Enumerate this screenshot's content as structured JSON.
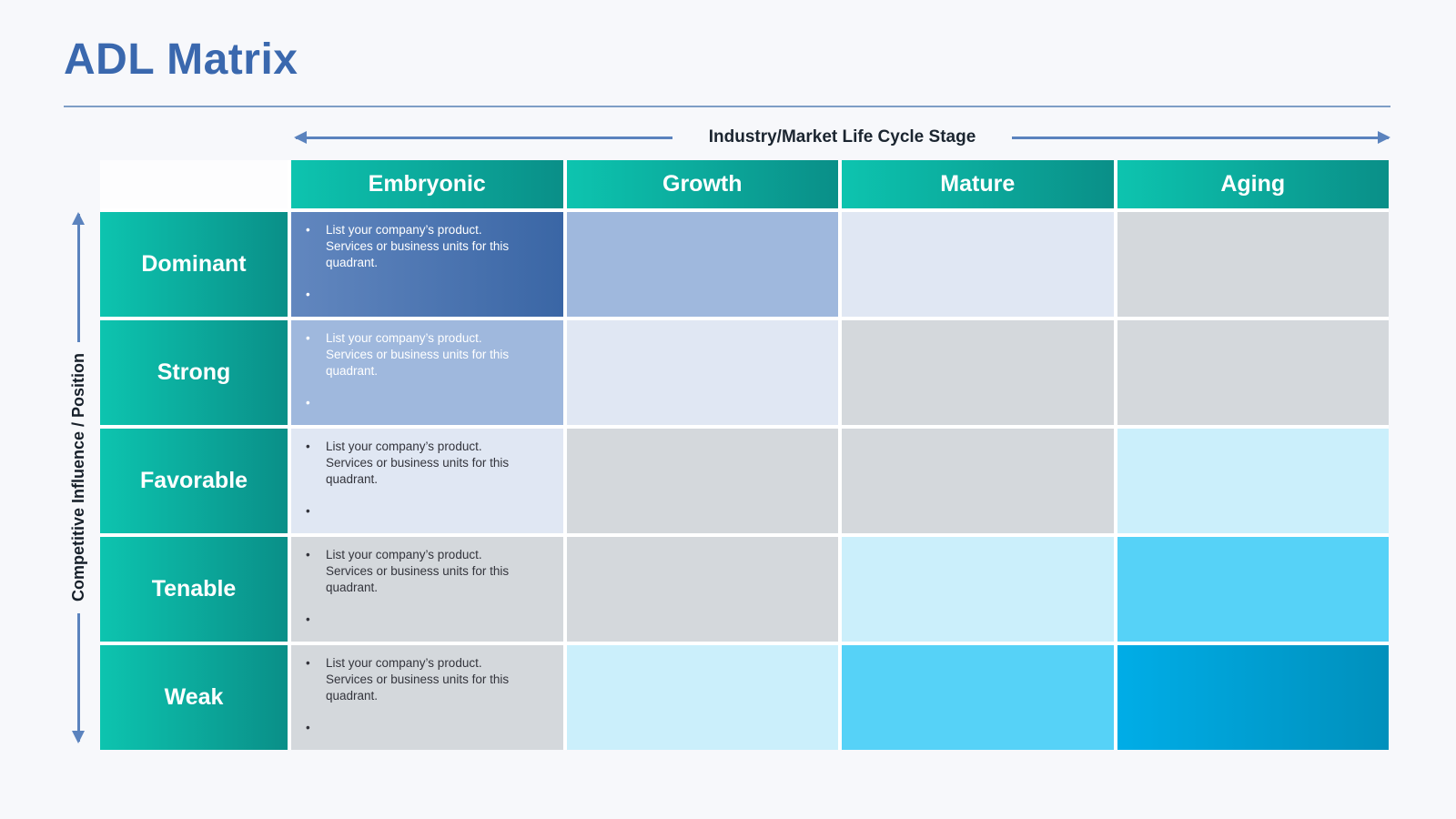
{
  "title": "ADL Matrix",
  "x_axis": {
    "label": "Industry/Market Life Cycle Stage"
  },
  "y_axis": {
    "label": "Competitive Influence / Position"
  },
  "placeholder": {
    "bullet1": "List your company’s product. Services or business units for this quadrant.",
    "bullet2": ""
  },
  "colors": {
    "background": "#F7F8FB",
    "title": "#3A68AE",
    "divider": "#7E9EC6",
    "arrow": "#5B83BE",
    "header_teal_from": "#0DC4AF",
    "header_teal_to": "#0A8F88",
    "blue_gradient_from": "#6287BF",
    "blue_gradient_to": "#3A66A5",
    "blue_mid": "#9FB8DD",
    "blue_pale": "#E0E7F3",
    "gray": "#D4D8DC",
    "cyan_pale": "#CBEFFB",
    "sky": "#56D2F7",
    "deep_cyan_from": "#00ADE7",
    "deep_cyan_to": "#0090BC",
    "cell_text_dark": "#33343C",
    "cell_text_light": "#FFFFFF"
  },
  "grid": {
    "columns": [
      "Embryonic",
      "Growth",
      "Mature",
      "Aging"
    ],
    "rows": [
      {
        "label": "Dominant",
        "cells": [
          {
            "bg": "blue-gradient",
            "has_text": true,
            "light_text": true
          },
          {
            "bg": "blue-mid"
          },
          {
            "bg": "blue-pale"
          },
          {
            "bg": "gray"
          }
        ]
      },
      {
        "label": "Strong",
        "cells": [
          {
            "bg": "blue-mid",
            "has_text": true,
            "light_text": true
          },
          {
            "bg": "blue-pale"
          },
          {
            "bg": "gray"
          },
          {
            "bg": "gray"
          }
        ]
      },
      {
        "label": "Favorable",
        "cells": [
          {
            "bg": "blue-pale",
            "has_text": true,
            "light_text": false
          },
          {
            "bg": "gray"
          },
          {
            "bg": "gray"
          },
          {
            "bg": "cyan-pale"
          }
        ]
      },
      {
        "label": "Tenable",
        "cells": [
          {
            "bg": "gray",
            "has_text": true,
            "light_text": false
          },
          {
            "bg": "gray"
          },
          {
            "bg": "cyan-pale"
          },
          {
            "bg": "sky"
          }
        ]
      },
      {
        "label": "Weak",
        "cells": [
          {
            "bg": "gray",
            "has_text": true,
            "light_text": false
          },
          {
            "bg": "cyan-pale"
          },
          {
            "bg": "sky"
          },
          {
            "bg": "deep-gradient"
          }
        ]
      }
    ]
  }
}
